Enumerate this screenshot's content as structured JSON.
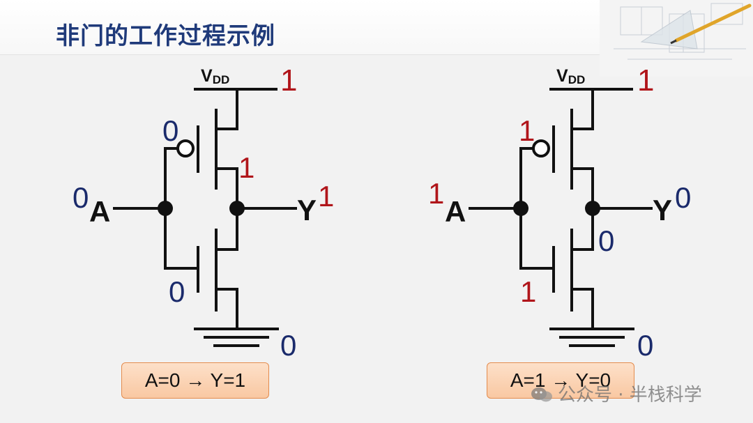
{
  "title": "非门的工作过程示例",
  "vdd_main": "V",
  "vdd_sub": "DD",
  "input_name": "A",
  "output_name": "Y",
  "left": {
    "vdd_value": "1",
    "pmos_gate": "0",
    "drain_node": "1",
    "input": "0",
    "output": "1",
    "nmos_gate": "0",
    "gnd_value": "0",
    "result": "A=0 → Y=1"
  },
  "right": {
    "vdd_value": "1",
    "pmos_gate": "1",
    "drain_node": "0",
    "input": "1",
    "output": "0",
    "nmos_gate": "1",
    "gnd_value": "0",
    "result": "A=1 → Y=0"
  },
  "watermark": "公众号 · 半栈科学",
  "colors": {
    "title": "#1f3a7a",
    "high": "#b0151a",
    "low": "#1a2a6b",
    "wire": "#111111"
  }
}
